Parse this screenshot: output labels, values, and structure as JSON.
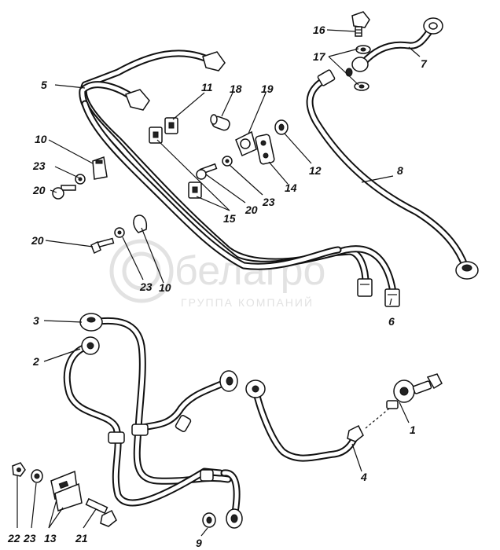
{
  "watermark": {
    "brand": "белагро",
    "subtitle": "ГРУППА КОМПАНИЙ"
  },
  "callouts": [
    {
      "id": "c1",
      "text": "1"
    },
    {
      "id": "c2",
      "text": "2"
    },
    {
      "id": "c3",
      "text": "3"
    },
    {
      "id": "c4",
      "text": "4"
    },
    {
      "id": "c5",
      "text": "5"
    },
    {
      "id": "c6",
      "text": "6"
    },
    {
      "id": "c7",
      "text": "7"
    },
    {
      "id": "c8",
      "text": "8"
    },
    {
      "id": "c9",
      "text": "9"
    },
    {
      "id": "c10a",
      "text": "10"
    },
    {
      "id": "c10b",
      "text": "10"
    },
    {
      "id": "c11",
      "text": "11"
    },
    {
      "id": "c12",
      "text": "12"
    },
    {
      "id": "c13",
      "text": "13"
    },
    {
      "id": "c14",
      "text": "14"
    },
    {
      "id": "c15",
      "text": "15"
    },
    {
      "id": "c16",
      "text": "16"
    },
    {
      "id": "c17",
      "text": "17"
    },
    {
      "id": "c18",
      "text": "18"
    },
    {
      "id": "c19",
      "text": "19"
    },
    {
      "id": "c20a",
      "text": "20"
    },
    {
      "id": "c20b",
      "text": "20"
    },
    {
      "id": "c20c",
      "text": "20"
    },
    {
      "id": "c21",
      "text": "21"
    },
    {
      "id": "c22",
      "text": "22"
    },
    {
      "id": "c23a",
      "text": "23"
    },
    {
      "id": "c23b",
      "text": "23"
    },
    {
      "id": "c23c",
      "text": "23"
    },
    {
      "id": "c23d",
      "text": "23"
    }
  ]
}
